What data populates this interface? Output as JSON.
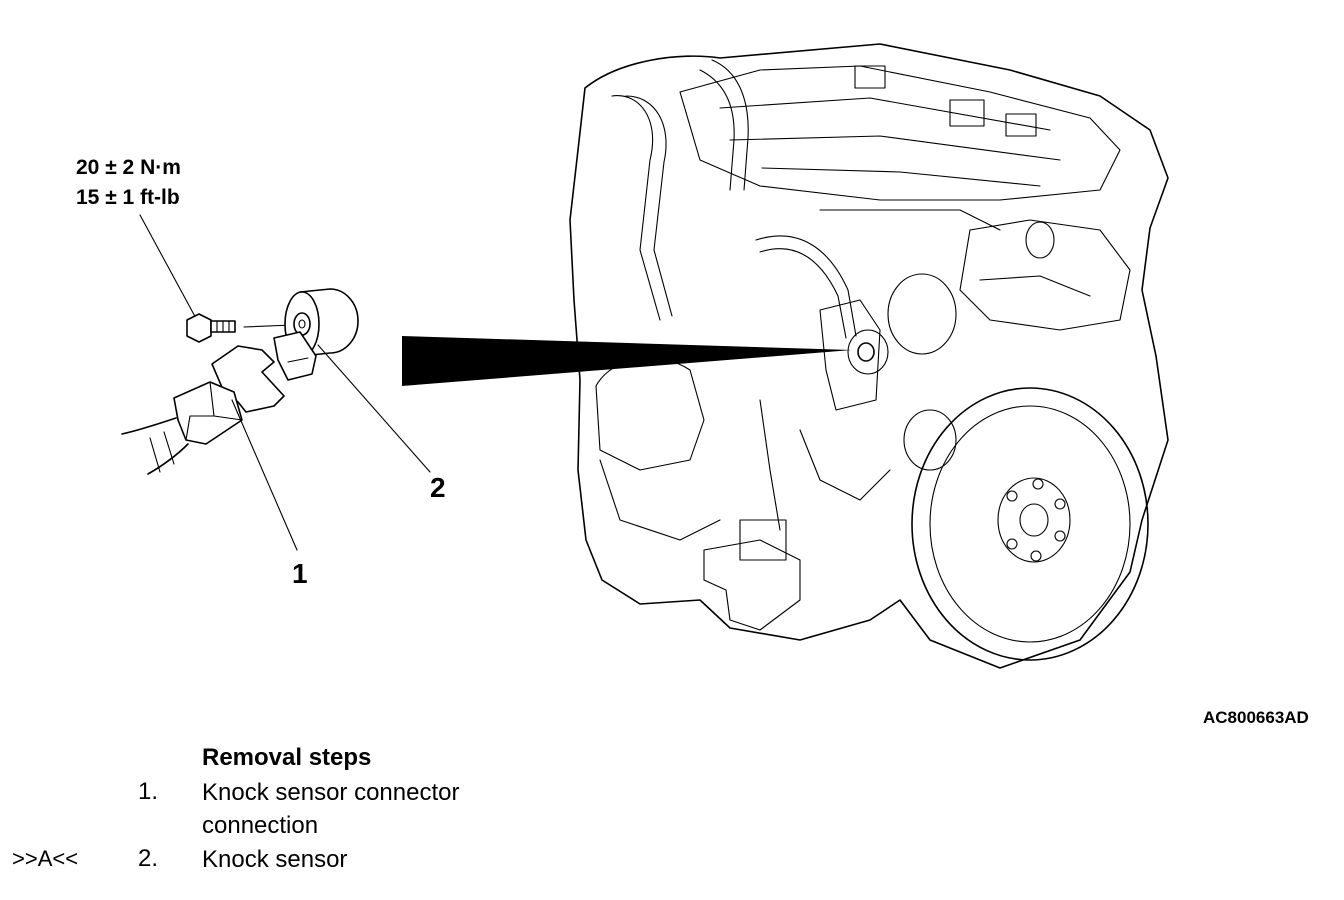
{
  "torque": {
    "metric": "20 ± 2 N·m",
    "imperial": "15 ± 1 ft-lb"
  },
  "callouts": {
    "connector": "1",
    "sensor": "2"
  },
  "figure_code": "AC800663AD",
  "removal": {
    "title": "Removal steps",
    "steps": [
      {
        "number": "1.",
        "line1": "Knock sensor connector",
        "line2": "connection",
        "ref": ""
      },
      {
        "number": "2.",
        "line1": "Knock sensor",
        "line2": "",
        "ref": ">>A<<"
      }
    ]
  }
}
